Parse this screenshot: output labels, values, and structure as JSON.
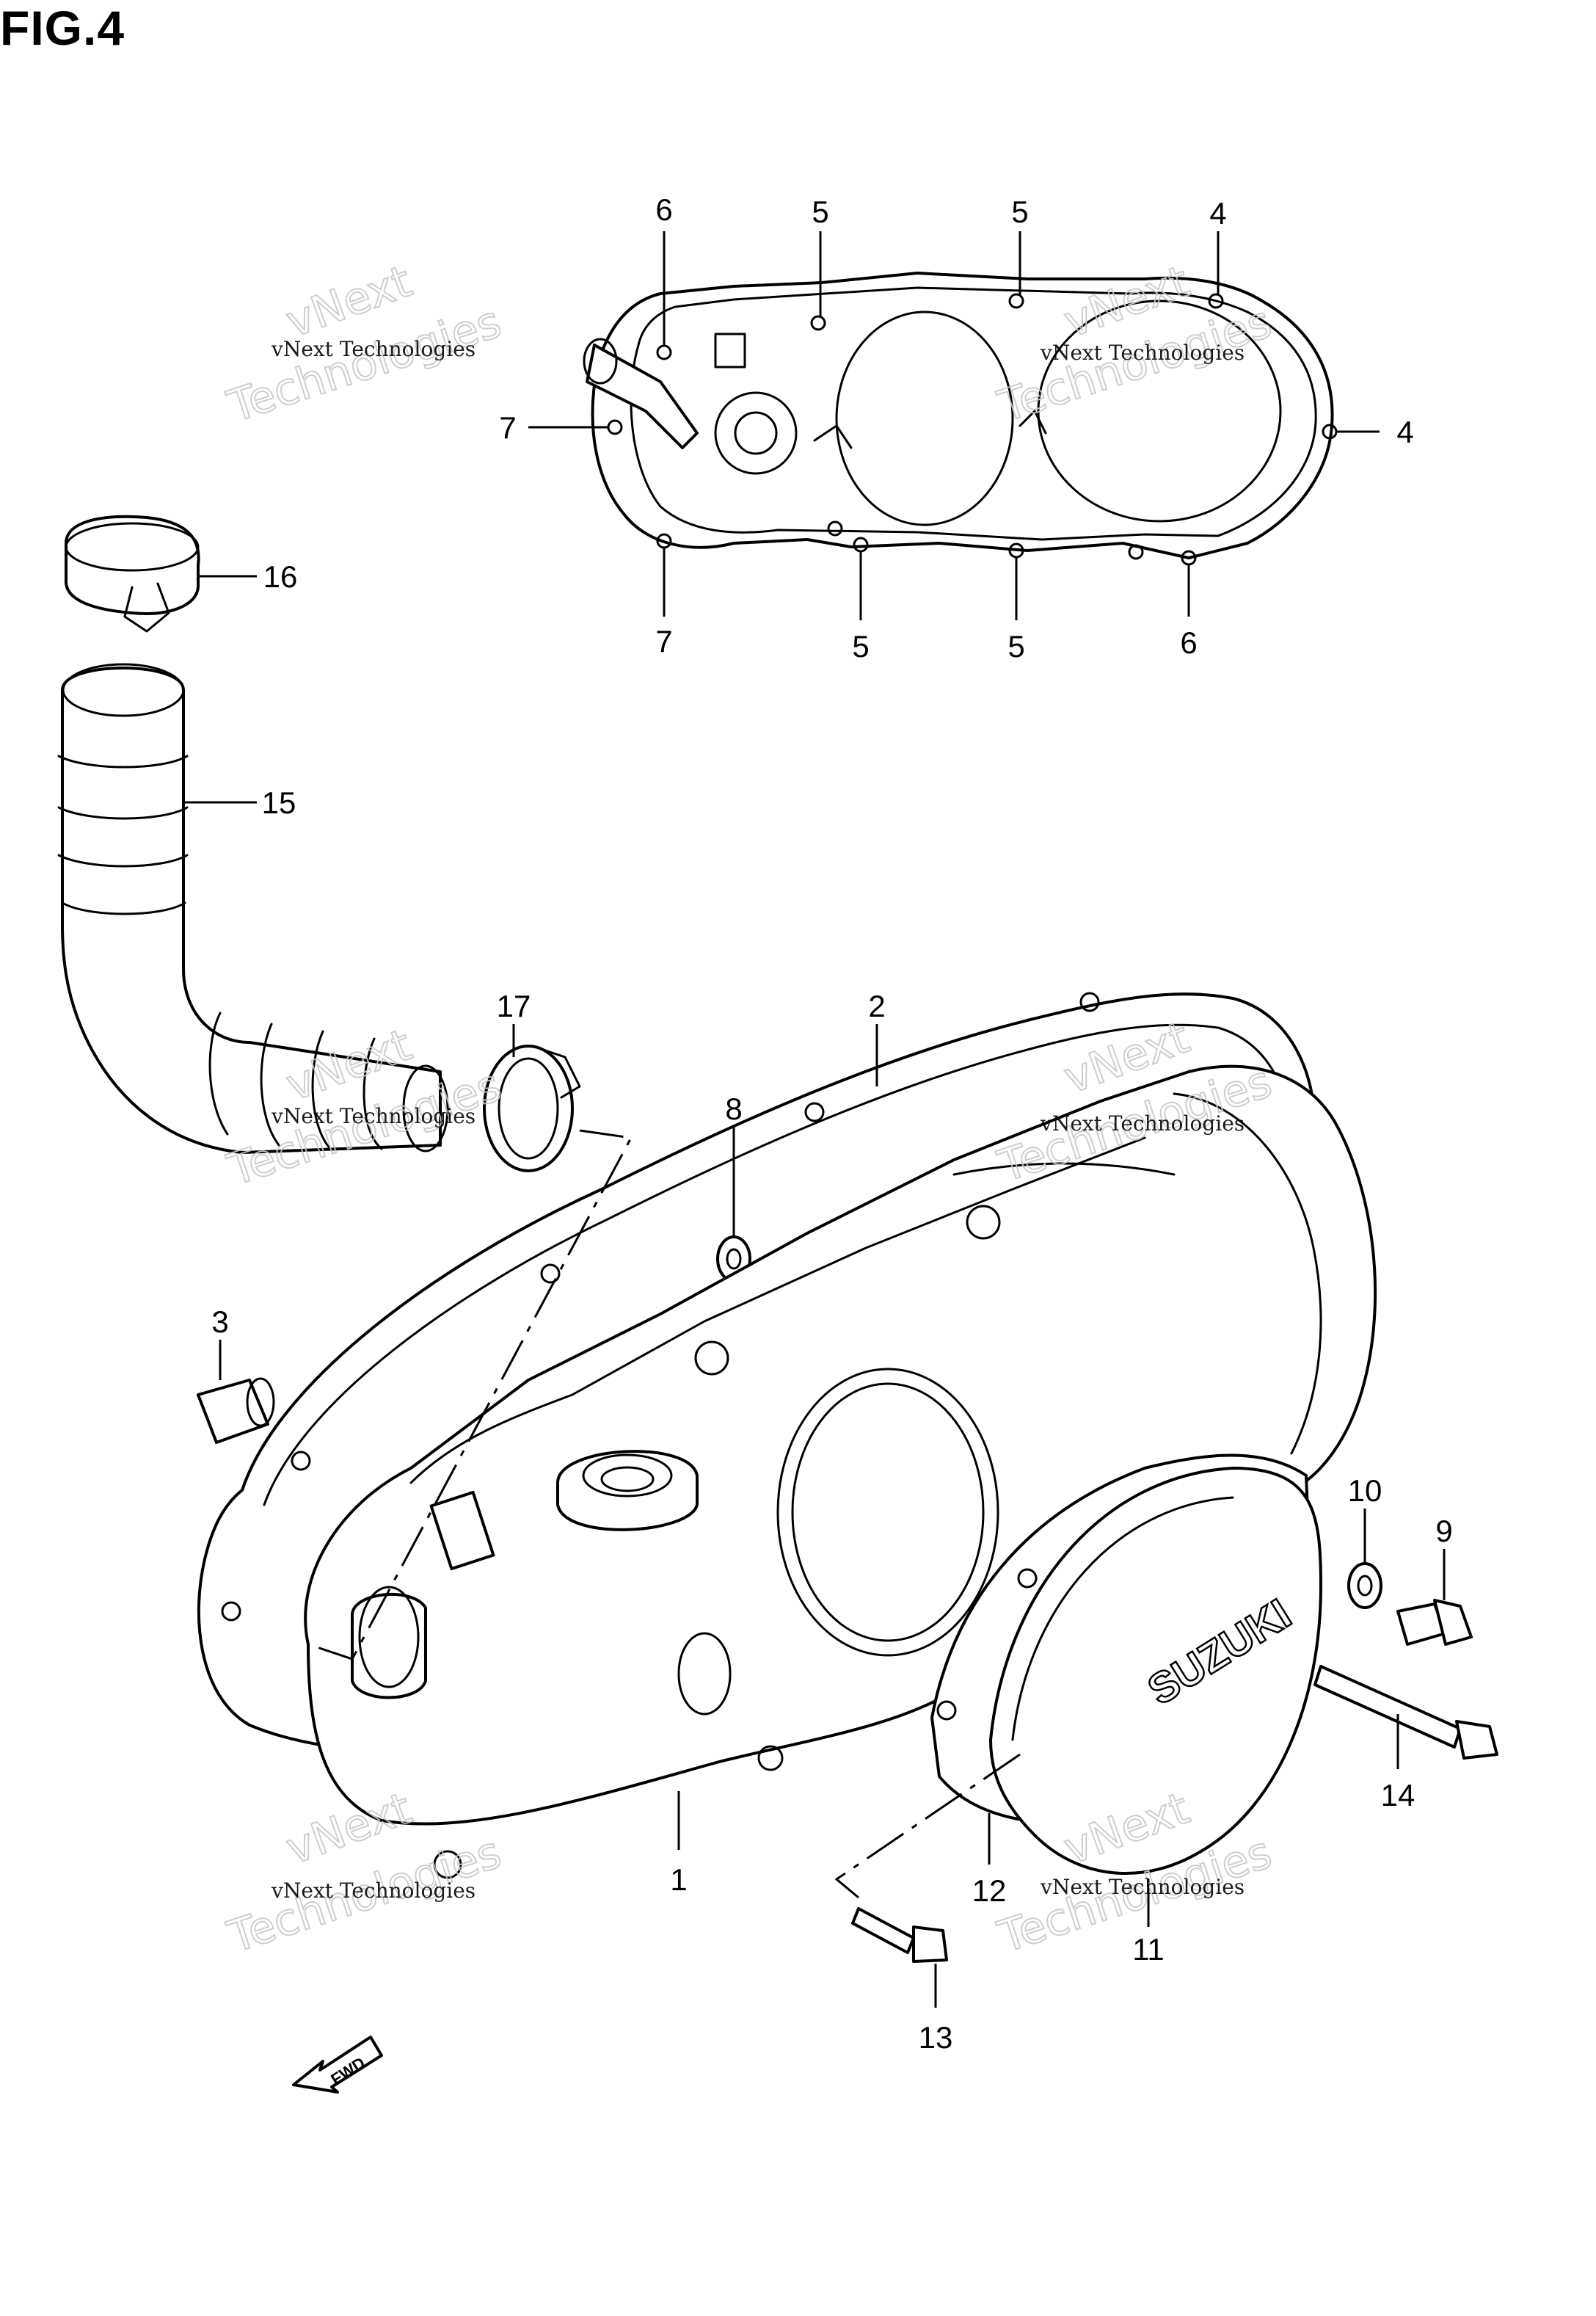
{
  "figure": {
    "title": "FIG.4"
  },
  "watermark": {
    "small": "vNext Technologies",
    "big": "Technologies",
    "overlay": "vNext"
  },
  "logo": {
    "text": "SUZUKI"
  },
  "fwd_label": "FWD",
  "callouts": [
    {
      "id": "c1",
      "label": "1"
    },
    {
      "id": "c2",
      "label": "2"
    },
    {
      "id": "c3",
      "label": "3"
    },
    {
      "id": "c4a",
      "label": "4"
    },
    {
      "id": "c4b",
      "label": "4"
    },
    {
      "id": "c5a",
      "label": "5"
    },
    {
      "id": "c5b",
      "label": "5"
    },
    {
      "id": "c5c",
      "label": "5"
    },
    {
      "id": "c5d",
      "label": "5"
    },
    {
      "id": "c6a",
      "label": "6"
    },
    {
      "id": "c6b",
      "label": "6"
    },
    {
      "id": "c7a",
      "label": "7"
    },
    {
      "id": "c7b",
      "label": "7"
    },
    {
      "id": "c8",
      "label": "8"
    },
    {
      "id": "c9",
      "label": "9"
    },
    {
      "id": "c10",
      "label": "10"
    },
    {
      "id": "c11",
      "label": "11"
    },
    {
      "id": "c12",
      "label": "12"
    },
    {
      "id": "c13",
      "label": "13"
    },
    {
      "id": "c14",
      "label": "14"
    },
    {
      "id": "c15",
      "label": "15"
    },
    {
      "id": "c16",
      "label": "16"
    },
    {
      "id": "c17",
      "label": "17"
    }
  ]
}
